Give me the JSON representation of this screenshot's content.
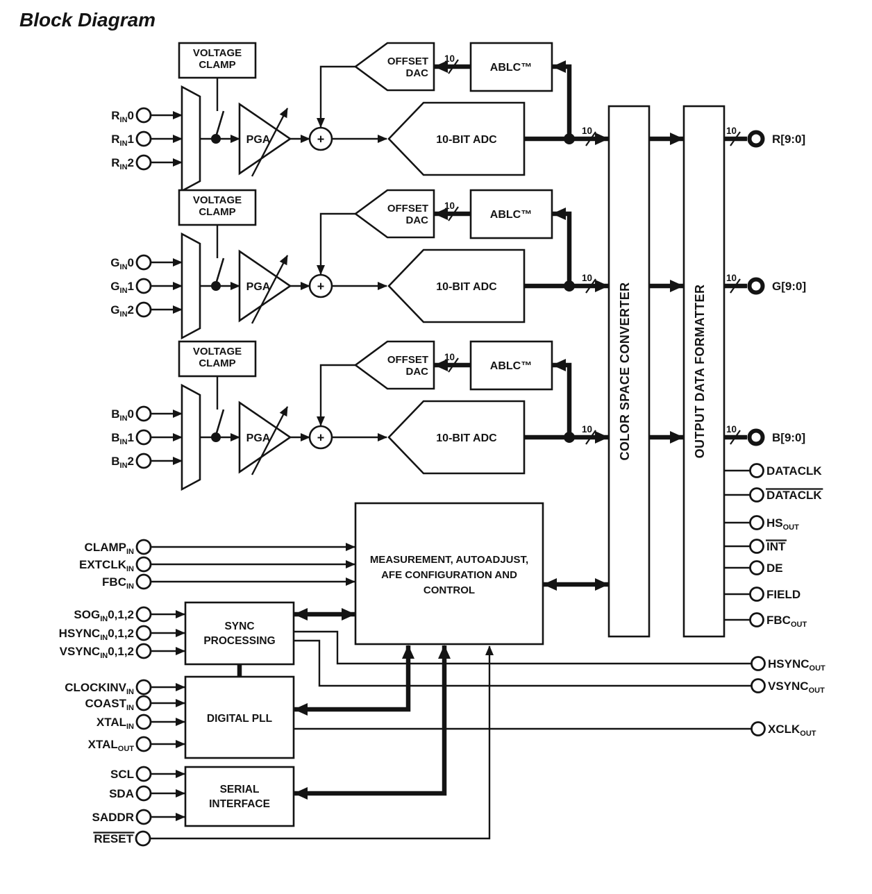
{
  "title": "Block Diagram",
  "colors": {
    "ink": "#141414",
    "background": "#ffffff"
  },
  "bus_width_label": "10",
  "blocks": {
    "voltage_clamp": [
      "VOLTAGE",
      "CLAMP"
    ],
    "pga": "PGA",
    "summer": "+",
    "offset_dac": [
      "OFFSET",
      "DAC"
    ],
    "ablc": "ABLC™",
    "adc": "10-BIT ADC",
    "color_space_converter": "COLOR SPACE CONVERTER",
    "output_data_formatter": "OUTPUT DATA FORMATTER",
    "measurement": [
      "MEASUREMENT, AUTOADJUST,",
      "AFE CONFIGURATION AND",
      "CONTROL"
    ],
    "sync_processing": [
      "SYNC",
      "PROCESSING"
    ],
    "digital_pll": "DIGITAL PLL",
    "serial_interface": [
      "SERIAL",
      "INTERFACE"
    ]
  },
  "channels": [
    {
      "name": "red-channel",
      "inputs": [
        {
          "base": "R",
          "sub": "IN",
          "tail": "0"
        },
        {
          "base": "R",
          "sub": "IN",
          "tail": "1"
        },
        {
          "base": "R",
          "sub": "IN",
          "tail": "2"
        }
      ]
    },
    {
      "name": "green-channel",
      "inputs": [
        {
          "base": "G",
          "sub": "IN",
          "tail": "0"
        },
        {
          "base": "G",
          "sub": "IN",
          "tail": "1"
        },
        {
          "base": "G",
          "sub": "IN",
          "tail": "2"
        }
      ]
    },
    {
      "name": "blue-channel",
      "inputs": [
        {
          "base": "B",
          "sub": "IN",
          "tail": "0"
        },
        {
          "base": "B",
          "sub": "IN",
          "tail": "1"
        },
        {
          "base": "B",
          "sub": "IN",
          "tail": "2"
        }
      ]
    }
  ],
  "control_inputs": [
    {
      "base": "CLAMP",
      "sub": "IN"
    },
    {
      "base": "EXTCLK",
      "sub": "IN"
    },
    {
      "base": "FBC",
      "sub": "IN"
    }
  ],
  "sync_inputs": [
    {
      "base": "SOG",
      "sub": "IN",
      "tail": "0,1,2"
    },
    {
      "base": "HSYNC",
      "sub": "IN",
      "tail": "0,1,2"
    },
    {
      "base": "VSYNC",
      "sub": "IN",
      "tail": "0,1,2"
    }
  ],
  "pll_inputs": [
    {
      "base": "CLOCKINV",
      "sub": "IN"
    },
    {
      "base": "COAST",
      "sub": "IN"
    },
    {
      "base": "XTAL",
      "sub": "IN"
    },
    {
      "base": "XTAL",
      "sub": "OUT"
    }
  ],
  "serial_inputs": [
    {
      "base": "SCL"
    },
    {
      "base": "SDA"
    },
    {
      "base": "SADDR"
    }
  ],
  "reset_input": {
    "base": "RESET",
    "overline": true
  },
  "bus_outputs": [
    {
      "label": "R[9:0]"
    },
    {
      "label": "G[9:0]"
    },
    {
      "label": "B[9:0]"
    }
  ],
  "data_outputs": [
    {
      "base": "DATACLK"
    },
    {
      "base": "DATACLK",
      "overline": true
    },
    {
      "base": "HS",
      "sub": "OUT"
    },
    {
      "base": "INT",
      "overline": true
    },
    {
      "base": "DE"
    },
    {
      "base": "FIELD"
    },
    {
      "base": "FBC",
      "sub": "OUT"
    }
  ],
  "far_outputs": [
    {
      "base": "HSYNC",
      "sub": "OUT"
    },
    {
      "base": "VSYNC",
      "sub": "OUT"
    },
    {
      "base": "XCLK",
      "sub": "OUT"
    }
  ]
}
